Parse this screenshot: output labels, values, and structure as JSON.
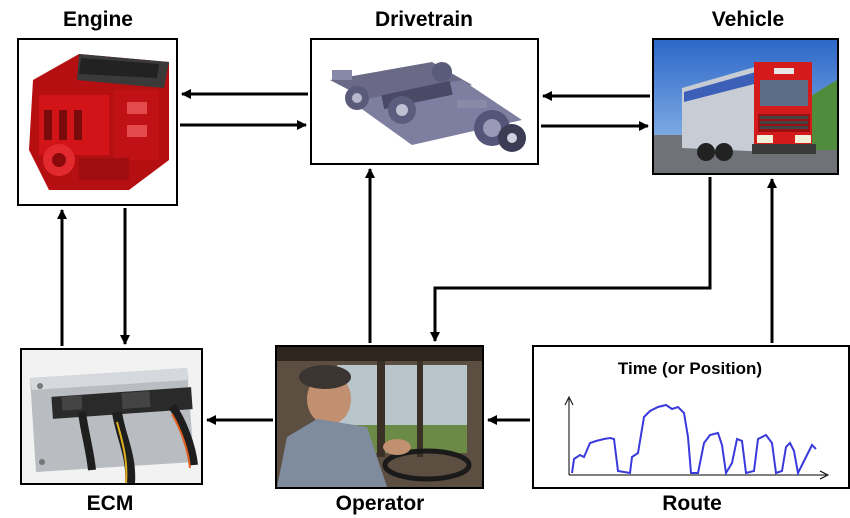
{
  "labels": {
    "engine": "Engine",
    "drivetrain": "Drivetrain",
    "vehicle": "Vehicle",
    "ecm": "ECM",
    "operator": "Operator",
    "route": "Route"
  },
  "route_plot": {
    "title": "Time (or Position)"
  },
  "colors": {
    "arrow": "#000000",
    "plot_line": "#3a3adc",
    "engine_red": "#d21418",
    "truck_red": "#d41a1a"
  },
  "icons": [
    "engine-photo",
    "drivetrain-photo",
    "vehicle-photo",
    "ecm-photo",
    "operator-photo",
    "route-plot"
  ]
}
